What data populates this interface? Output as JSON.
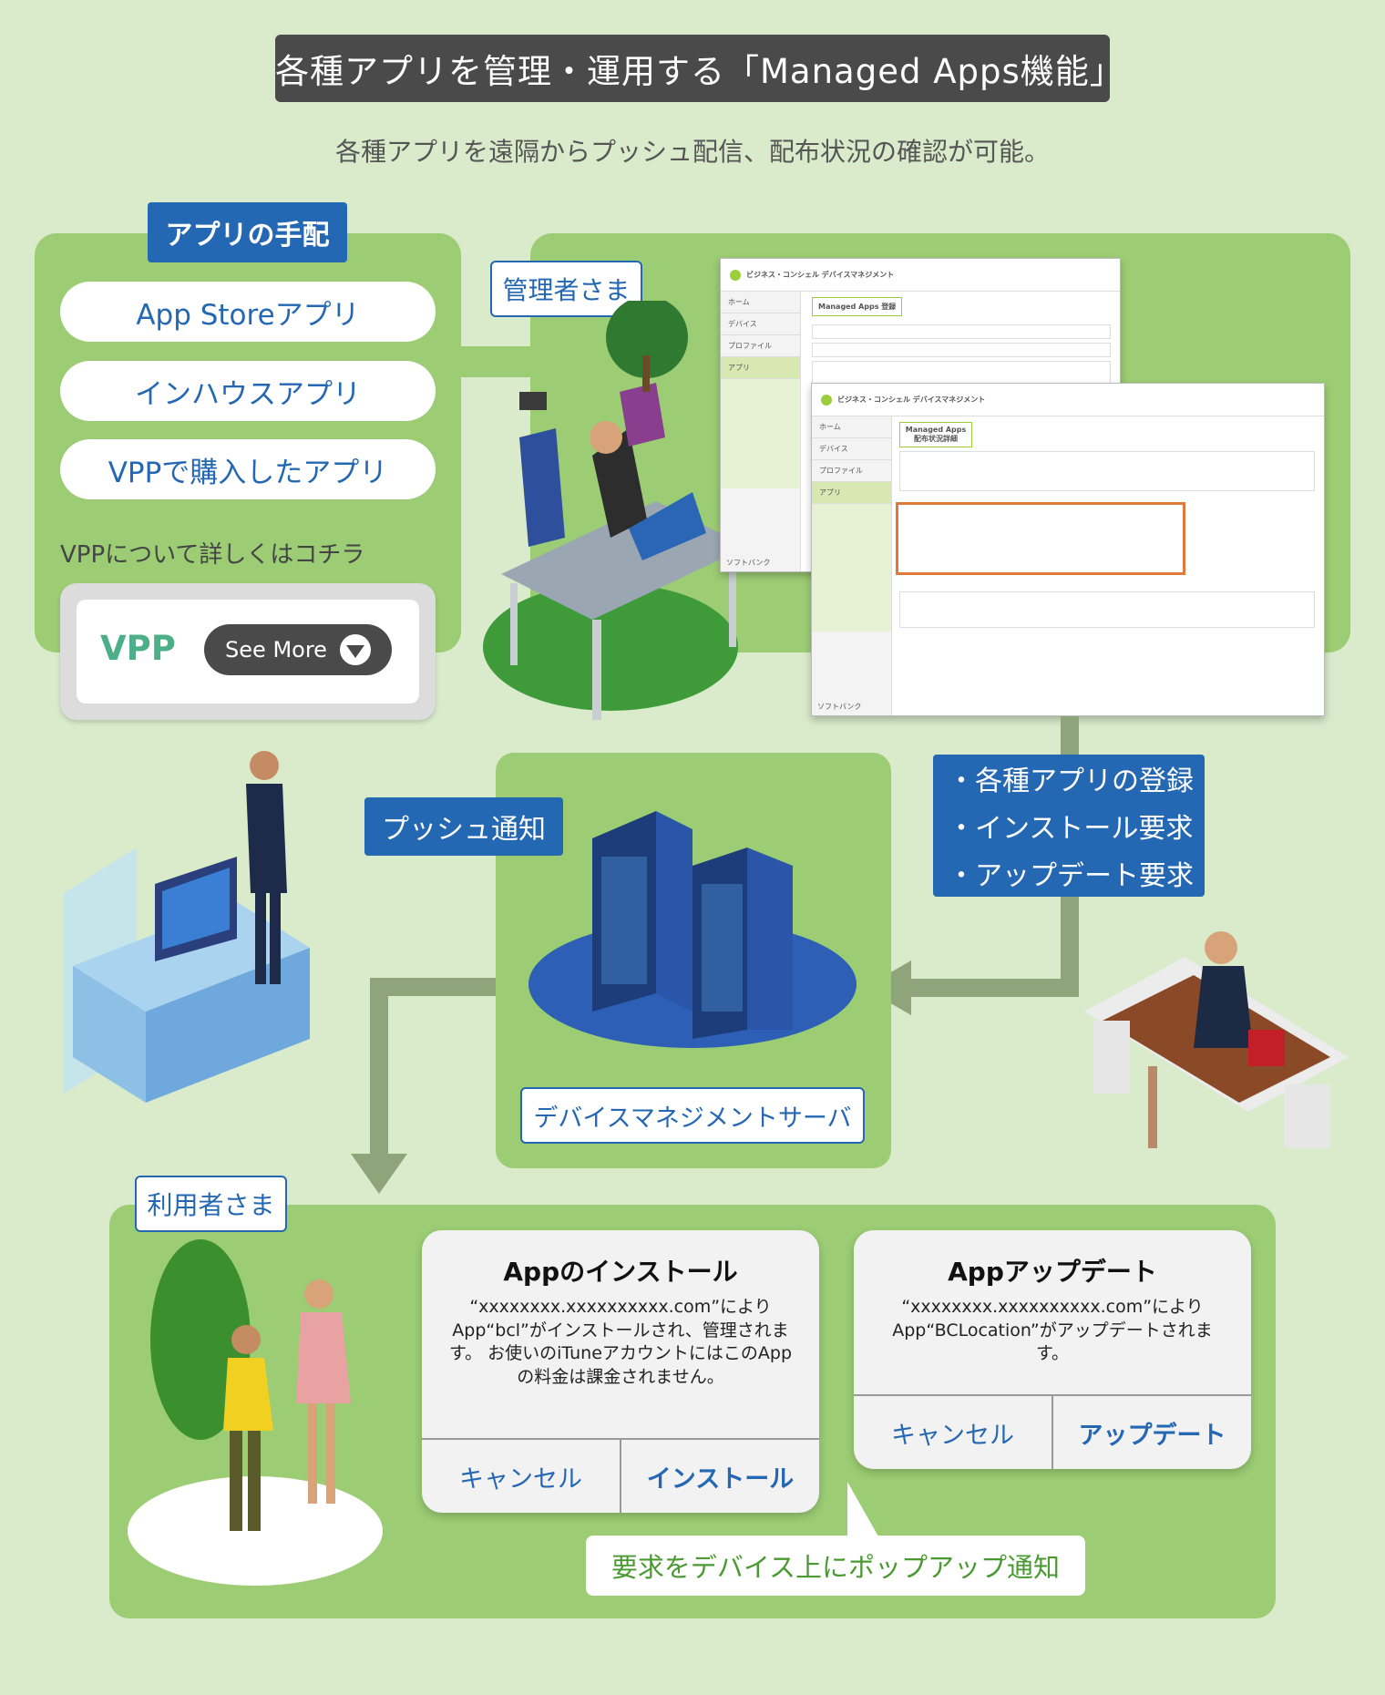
{
  "header": {
    "title": "各種アプリを管理・運用する「Managed Apps機能」",
    "subtitle": "各種アプリを遠隔からプッシュ配信、配布状況の確認が可能。"
  },
  "app_arrangement": {
    "tag": "アプリの手配",
    "items": [
      "App Storeアプリ",
      "インハウスアプリ",
      "VPPで購入したアプリ"
    ],
    "vpp_note": "VPPについて詳しくはコチラ",
    "vpp_label": "VPP",
    "see_more": "See More"
  },
  "admin": {
    "tag": "管理者さま",
    "screen_title": "ビジネス・コンシェル デバイスマネジメント",
    "screen_section": "Managed Apps 登録",
    "screen_section2": "Managed Apps 配布状況詳細",
    "menu": [
      "ホーム",
      "デバイス",
      "プロファイル",
      "アプリ"
    ],
    "menu2": [
      "ホーム",
      "デバイス",
      "プロファイル",
      "アプリ"
    ],
    "footer": "ソフトバンク"
  },
  "server": {
    "push_tag": "プッシュ通知",
    "label": "デバイスマネジメントサーバ",
    "requests": [
      "・各種アプリの登録",
      "・インストール要求",
      "・アップデート要求"
    ]
  },
  "users": {
    "tag": "利用者さま",
    "install_dialog": {
      "title": "Appのインストール",
      "message": "“xxxxxxxx.xxxxxxxxxx.com”により App“bcl”がインストールされ、管理されます。 お使いのiTuneアカウントにはこのAppの料金は課金されません。",
      "cancel": "キャンセル",
      "confirm": "インストール"
    },
    "update_dialog": {
      "title": "Appアップデート",
      "message": "“xxxxxxxx.xxxxxxxxxx.com”により App“BCLocation”がアップデートされます。",
      "cancel": "キャンセル",
      "confirm": "アップデート"
    },
    "popup_note": "要求をデバイス上にポップアップ通知"
  },
  "colors": {
    "background": "#d9ebcb",
    "panel": "#9ccd74",
    "blue": "#2467b3",
    "dark": "#4a4a4a",
    "accent_green": "#4caf8a"
  }
}
